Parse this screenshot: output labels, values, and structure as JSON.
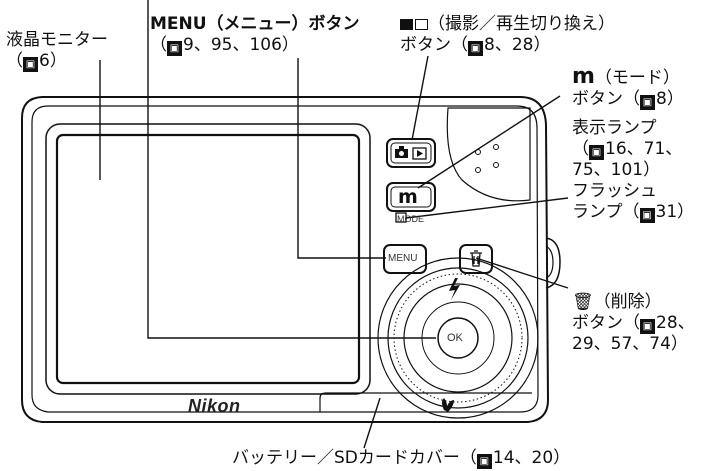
{
  "ref_icon": "book-reference-icon",
  "labels": {
    "monitor": {
      "line1": "液晶モニター",
      "line2_ref": "6"
    },
    "menu": {
      "line1": "MENU（メニュー）ボタン",
      "line2_prefix": "（",
      "line2_ref": "9、95、106）"
    },
    "shoot_play": {
      "line1": "（撮影／再生切り換え）",
      "line2_prefix": "ボタン（",
      "line2_ref": "8、28）"
    },
    "mode": {
      "glyph": "m",
      "line1": "（モード）",
      "line2_prefix": "ボタン（",
      "line2_ref": "8）"
    },
    "lamp": {
      "line1": "表示ランプ",
      "line2_prefix": "（",
      "line2_ref": "16、71、",
      "line3": "75、101）",
      "line4": "フラッシュ",
      "line5_prefix": "ランプ（",
      "line5_ref": "31）"
    },
    "delete": {
      "line1": "（削除）",
      "line2_prefix": "ボタン（",
      "line2_ref": "28、",
      "line3": "29、57、74）"
    },
    "battery": {
      "line1_prefix": "バッテリー／SDカードカバー（",
      "line1_ref": "14、20）"
    }
  },
  "camera": {
    "brand": "Nikon",
    "mode_caption": "MODE",
    "menu_button": "MENU",
    "ok_button": "OK"
  }
}
